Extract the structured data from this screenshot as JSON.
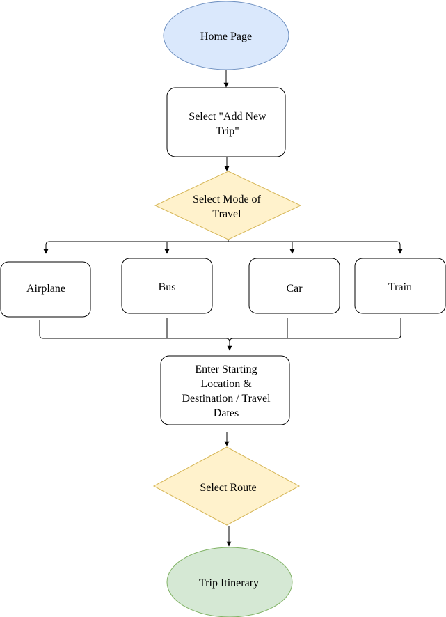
{
  "nodes": {
    "home_page": {
      "label": "Home Page",
      "fill": "#dae8fc",
      "stroke": "#6c8ebf"
    },
    "add_new_trip": {
      "lines": [
        "Select \"Add New",
        "Trip\""
      ],
      "fill": "#ffffff",
      "stroke": "#000000"
    },
    "mode_of_travel": {
      "lines": [
        "Select Mode of",
        "Travel"
      ],
      "fill": "#fff2cc",
      "stroke": "#d6b656"
    },
    "airplane": {
      "label": "Airplane",
      "fill": "#ffffff",
      "stroke": "#000000"
    },
    "bus": {
      "label": "Bus",
      "fill": "#ffffff",
      "stroke": "#000000"
    },
    "car": {
      "label": "Car",
      "fill": "#ffffff",
      "stroke": "#000000"
    },
    "train": {
      "label": "Train",
      "fill": "#ffffff",
      "stroke": "#000000"
    },
    "enter_locations": {
      "lines": [
        "Enter Starting",
        "Location &",
        "Destination / Travel",
        "Dates"
      ],
      "fill": "#ffffff",
      "stroke": "#000000"
    },
    "select_route": {
      "label": "Select Route",
      "fill": "#fff2cc",
      "stroke": "#d6b656"
    },
    "trip_itinerary": {
      "label": "Trip Itinerary",
      "fill": "#d5e8d4",
      "stroke": "#82b366"
    }
  }
}
